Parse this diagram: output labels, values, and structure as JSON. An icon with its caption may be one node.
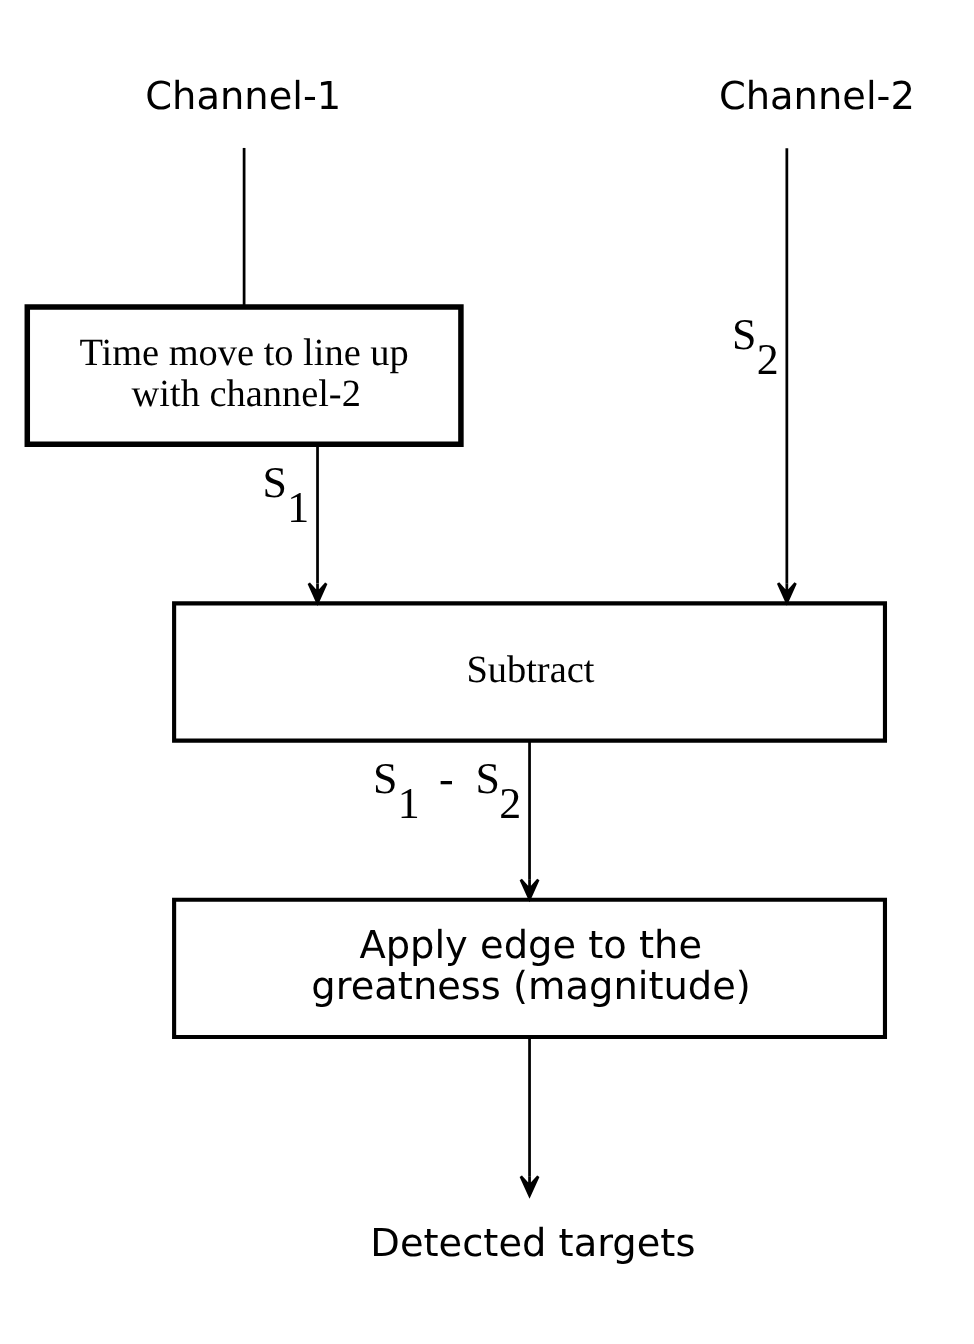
{
  "diagram": {
    "nodes": [
      {
        "text": [
          "Channel-1"
        ]
      },
      {
        "text": [
          "Channel-2"
        ]
      },
      {
        "text": [
          "Time move to line up with channel-2"
        ]
      },
      {
        "text": [
          "Subtract"
        ]
      },
      {
        "text": [
          "Apply edge to the greatness (magnitude)"
        ]
      },
      {
        "text": [
          "Detected targets"
        ]
      }
    ],
    "edges": [
      {
        "from": 0,
        "to": 2,
        "arrow": "none"
      },
      {
        "from": 2,
        "to": 3,
        "arrow": "to",
        "label": "S$_{1}$"
      },
      {
        "from": 1,
        "to": 3,
        "arrow": "to",
        "label": "S$_{2}$"
      },
      {
        "from": 3,
        "to": 4,
        "arrow": "to",
        "label": "S$_{1}$ - S$_{2}$"
      },
      {
        "from": 4,
        "to": 5,
        "arrow": "to"
      }
    ]
  }
}
